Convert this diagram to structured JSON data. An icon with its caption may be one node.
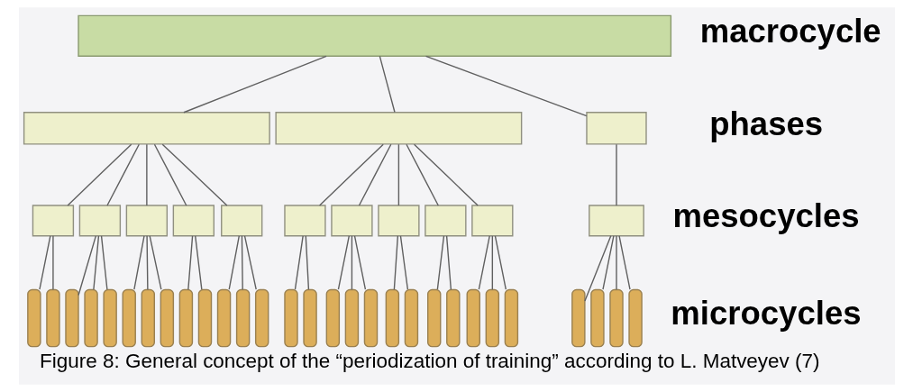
{
  "diagram": {
    "caption": "Figure 8: General concept of the “periodization of training” according to L. Matveyev (7)",
    "nodes": [
      {
        "text": [],
        "shape": "box"
      },
      {
        "text": [],
        "shape": "box"
      },
      {
        "text": [],
        "shape": "box"
      },
      {
        "text": [],
        "shape": "box"
      },
      {
        "text": [],
        "shape": "box"
      },
      {
        "text": [],
        "shape": "box"
      },
      {
        "text": [],
        "shape": "box"
      },
      {
        "text": [],
        "shape": "box"
      },
      {
        "text": [],
        "shape": "box"
      },
      {
        "text": [],
        "shape": "box"
      },
      {
        "text": [],
        "shape": "box"
      },
      {
        "text": [],
        "shape": "box"
      },
      {
        "text": [],
        "shape": "box"
      },
      {
        "text": [],
        "shape": "box"
      },
      {
        "text": [],
        "shape": "box"
      },
      {
        "text": [],
        "shape": "bar"
      },
      {
        "text": [],
        "shape": "bar"
      },
      {
        "text": [],
        "shape": "bar"
      },
      {
        "text": [],
        "shape": "bar"
      },
      {
        "text": [],
        "shape": "bar"
      },
      {
        "text": [],
        "shape": "bar"
      },
      {
        "text": [],
        "shape": "bar"
      },
      {
        "text": [],
        "shape": "bar"
      },
      {
        "text": [],
        "shape": "bar"
      },
      {
        "text": [],
        "shape": "bar"
      },
      {
        "text": [],
        "shape": "bar"
      },
      {
        "text": [],
        "shape": "bar"
      },
      {
        "text": [],
        "shape": "bar"
      },
      {
        "text": [],
        "shape": "bar"
      },
      {
        "text": [],
        "shape": "bar"
      },
      {
        "text": [],
        "shape": "bar"
      },
      {
        "text": [],
        "shape": "bar"
      },
      {
        "text": [],
        "shape": "bar"
      },
      {
        "text": [],
        "shape": "bar"
      },
      {
        "text": [],
        "shape": "bar"
      },
      {
        "text": [],
        "shape": "bar"
      },
      {
        "text": [],
        "shape": "bar"
      },
      {
        "text": [],
        "shape": "bar"
      },
      {
        "text": [],
        "shape": "bar"
      },
      {
        "text": [],
        "shape": "bar"
      },
      {
        "text": [],
        "shape": "bar"
      },
      {
        "text": [],
        "shape": "bar"
      },
      {
        "text": [],
        "shape": "bar"
      },
      {
        "text": [],
        "shape": "bar"
      }
    ],
    "edges": [
      {
        "from": 0,
        "to": 1,
        "arrow": "none"
      },
      {
        "from": 0,
        "to": 2,
        "arrow": "none"
      },
      {
        "from": 0,
        "to": 3,
        "arrow": "none"
      },
      {
        "from": 1,
        "to": 4,
        "arrow": "none"
      },
      {
        "from": 1,
        "to": 5,
        "arrow": "none"
      },
      {
        "from": 1,
        "to": 6,
        "arrow": "none"
      },
      {
        "from": 1,
        "to": 7,
        "arrow": "none"
      },
      {
        "from": 1,
        "to": 8,
        "arrow": "none"
      },
      {
        "from": 2,
        "to": 9,
        "arrow": "none"
      },
      {
        "from": 2,
        "to": 10,
        "arrow": "none"
      },
      {
        "from": 2,
        "to": 11,
        "arrow": "none"
      },
      {
        "from": 2,
        "to": 12,
        "arrow": "none"
      },
      {
        "from": 2,
        "to": 13,
        "arrow": "none"
      },
      {
        "from": 3,
        "to": 14,
        "arrow": "none"
      },
      {
        "from": 4,
        "to": 15,
        "arrow": "none"
      },
      {
        "from": 4,
        "to": 16,
        "arrow": "none"
      },
      {
        "from": 5,
        "to": 17,
        "arrow": "none"
      },
      {
        "from": 5,
        "to": 18,
        "arrow": "none"
      },
      {
        "from": 5,
        "to": 19,
        "arrow": "none"
      },
      {
        "from": 6,
        "to": 20,
        "arrow": "none"
      },
      {
        "from": 6,
        "to": 21,
        "arrow": "none"
      },
      {
        "from": 6,
        "to": 22,
        "arrow": "none"
      },
      {
        "from": 7,
        "to": 23,
        "arrow": "none"
      },
      {
        "from": 7,
        "to": 24,
        "arrow": "none"
      },
      {
        "from": 8,
        "to": 25,
        "arrow": "none"
      },
      {
        "from": 8,
        "to": 26,
        "arrow": "none"
      },
      {
        "from": 8,
        "to": 27,
        "arrow": "none"
      },
      {
        "from": 9,
        "to": 28,
        "arrow": "none"
      },
      {
        "from": 9,
        "to": 29,
        "arrow": "none"
      },
      {
        "from": 10,
        "to": 30,
        "arrow": "none"
      },
      {
        "from": 10,
        "to": 31,
        "arrow": "none"
      },
      {
        "from": 10,
        "to": 32,
        "arrow": "none"
      },
      {
        "from": 11,
        "to": 33,
        "arrow": "none"
      },
      {
        "from": 11,
        "to": 34,
        "arrow": "none"
      },
      {
        "from": 12,
        "to": 35,
        "arrow": "none"
      },
      {
        "from": 12,
        "to": 36,
        "arrow": "none"
      },
      {
        "from": 13,
        "to": 37,
        "arrow": "none"
      },
      {
        "from": 13,
        "to": 38,
        "arrow": "none"
      },
      {
        "from": 13,
        "to": 39,
        "arrow": "none"
      },
      {
        "from": 14,
        "to": 40,
        "arrow": "none"
      },
      {
        "from": 14,
        "to": 41,
        "arrow": "none"
      },
      {
        "from": 14,
        "to": 42,
        "arrow": "none"
      },
      {
        "from": 14,
        "to": 43,
        "arrow": "none"
      }
    ],
    "labels": [
      "macrocycle",
      "phases",
      "mesocycles",
      "microcycles"
    ]
  }
}
